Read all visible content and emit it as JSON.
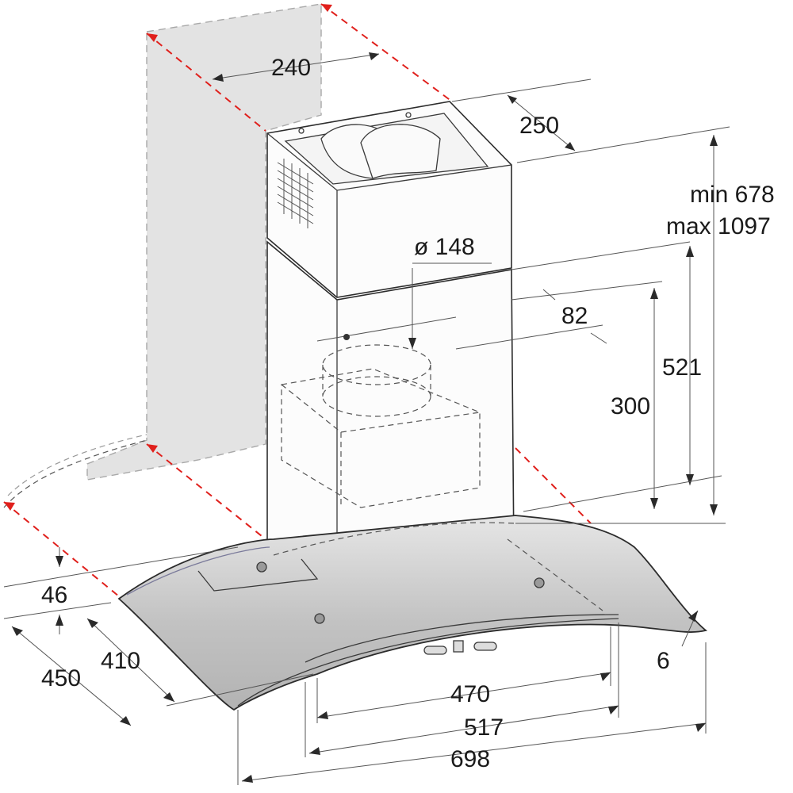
{
  "labels": {
    "width_240": "240",
    "depth_250": "250",
    "height_min": "min 678",
    "height_max": "max 1097",
    "duct_diameter": "ø 148",
    "offset_82": "82",
    "height_521": "521",
    "height_300": "300",
    "glass_46": "46",
    "depth_410": "410",
    "depth_450": "450",
    "glass_thickness_6": "6",
    "width_470": "470",
    "width_517": "517",
    "width_698": "698"
  },
  "colors": {
    "line": "#2c2c2c",
    "wall": "#e3e3e3",
    "red_guide": "#e0201c",
    "glass": "#c9c9c9"
  }
}
